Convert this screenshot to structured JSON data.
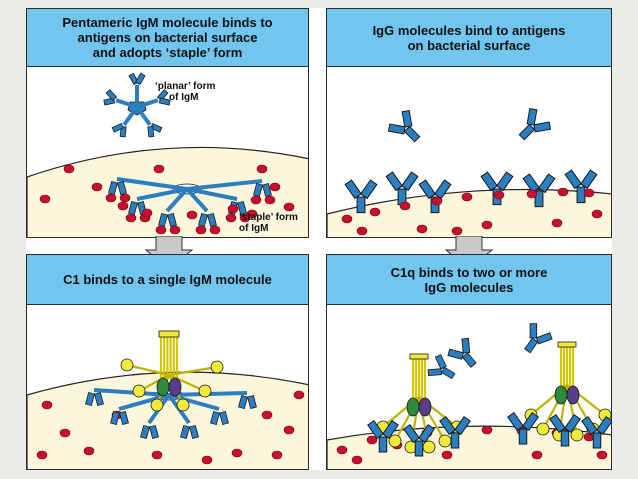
{
  "panels": {
    "top_left": {
      "title": [
        "Pentameric IgM molecule binds to",
        "antigens on bacterial surface",
        "and adopts ‘staple’ form"
      ],
      "label_planar": [
        "‘planar’ form",
        "of IgM"
      ],
      "label_staple": [
        "‘staple’ form",
        "of IgM"
      ]
    },
    "top_right": {
      "title": [
        "IgG molecules bind to antigens",
        "on bacterial surface"
      ]
    },
    "bottom_left": {
      "title": [
        "C1 binds to a single IgM molecule"
      ]
    },
    "bottom_right": {
      "title": [
        "C1q binds to two or more",
        "IgG molecules"
      ]
    }
  },
  "colors": {
    "header": "#72c5ef",
    "antibody": "#2b7fc0",
    "antigen": "#c8102e",
    "surface": "#fbf6dc",
    "c1q_head": "#f2ea3a",
    "c1r": "#2e8b3c",
    "c1s": "#5a3c8c",
    "arrow": "#c9c9c9"
  }
}
